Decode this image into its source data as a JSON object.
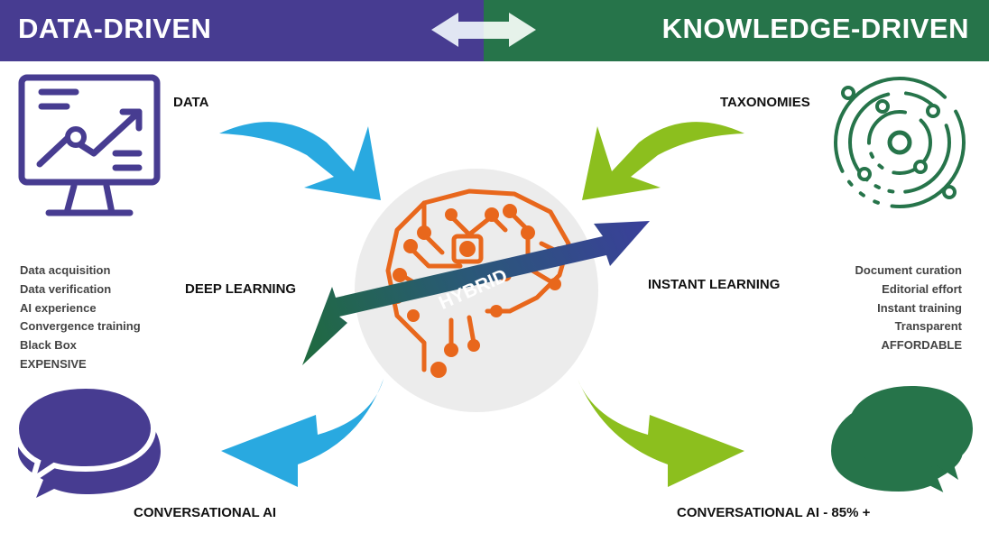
{
  "header": {
    "left_title": "DATA-DRIVEN",
    "right_title": "KNOWLEDGE-DRIVEN",
    "left_color": "#473c91",
    "right_color": "#26744a"
  },
  "labels": {
    "data": "DATA",
    "taxonomies": "TAXONOMIES",
    "deep_learning": "DEEP LEARNING",
    "instant_learning": "INSTANT LEARNING",
    "conversational_ai_left": "CONVERSATIONAL AI",
    "conversational_ai_right": "CONVERSATIONAL AI - 85% +",
    "hybrid": "HYBRID"
  },
  "data_driven_list": [
    "Data acquisition",
    "Data verification",
    "AI experience",
    "Convergence training",
    "Black Box",
    "EXPENSIVE"
  ],
  "knowledge_driven_list": [
    "Document curation",
    "Editorial effort",
    "Instant training",
    "Transparent",
    "AFFORDABLE"
  ],
  "icons": {
    "monitor": "monitor-chart-icon",
    "taxonomy": "concentric-circles-icon",
    "chat_left": "chat-bubbles-icon",
    "chat_right": "chat-bubbles-icon",
    "brain": "circuit-brain-icon"
  },
  "colors": {
    "blue_arrow": "#29a9e0",
    "green_arrow": "#8cbf1e",
    "brain_orange": "#e8671c"
  }
}
